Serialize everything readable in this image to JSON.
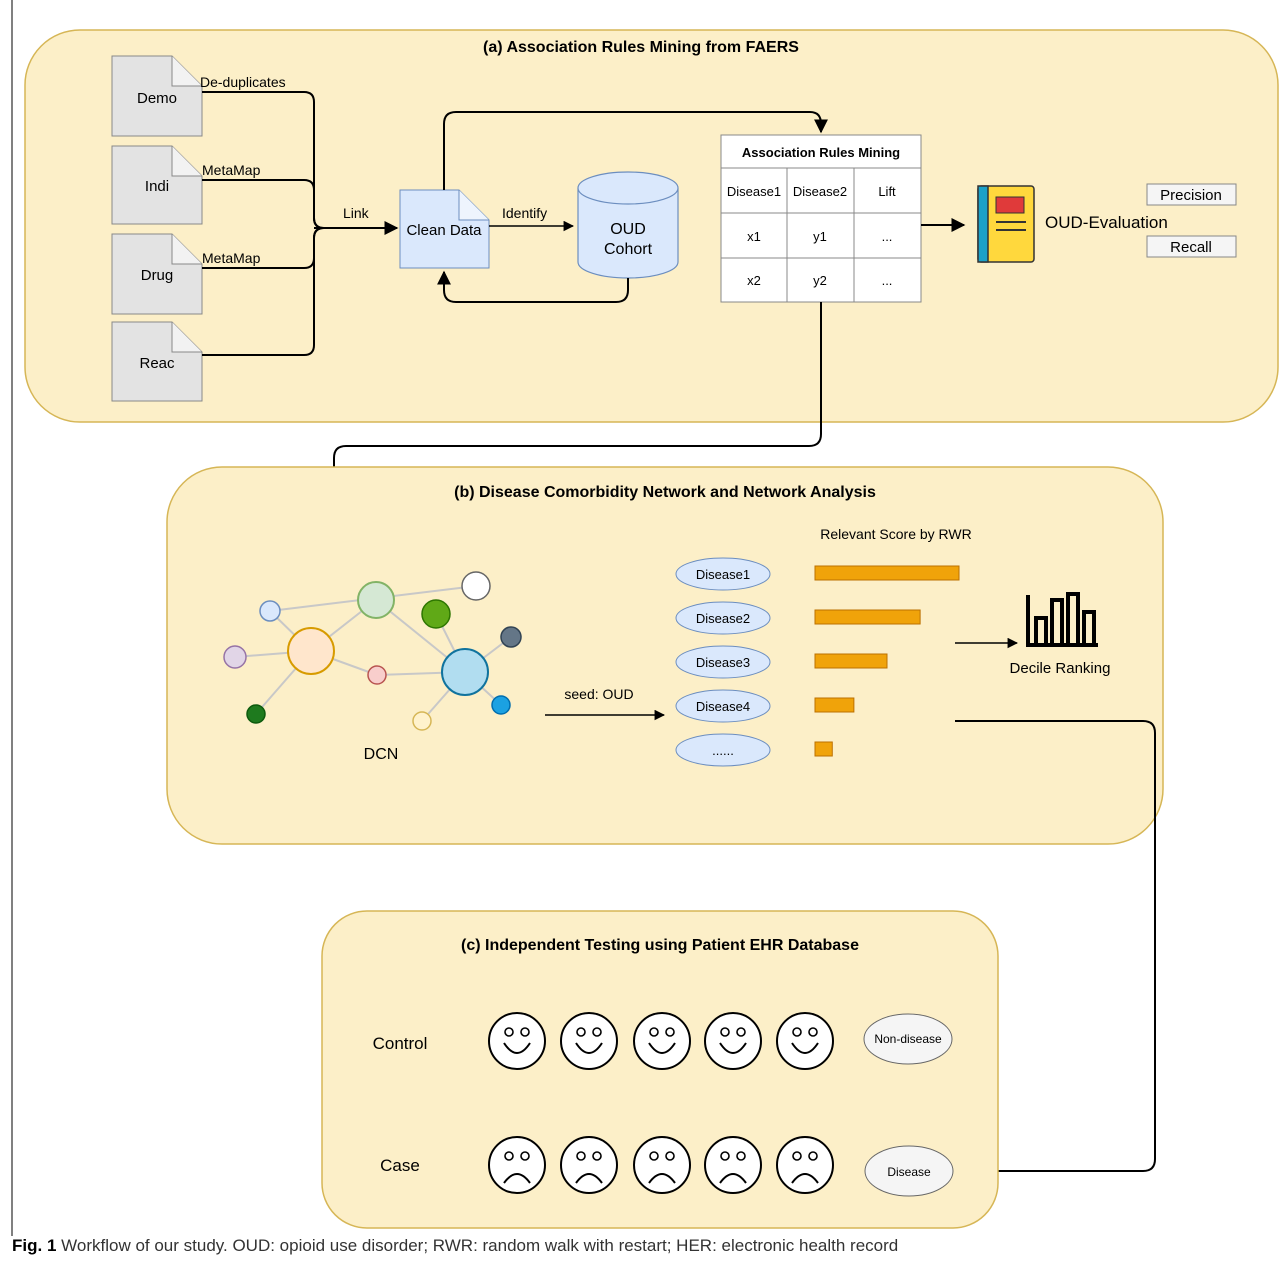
{
  "panels": {
    "a": {
      "title": "(a) Association Rules Mining from FAERS",
      "files": [
        "Demo",
        "Indi",
        "Drug",
        "Reac"
      ],
      "edge_labels": {
        "dedup": "De-duplicates",
        "metamap1": "MetaMap",
        "metamap2": "MetaMap",
        "link": "Link",
        "identify": "Identify"
      },
      "clean_data": "Clean Data",
      "cohort": [
        "OUD",
        "Cohort"
      ],
      "table": {
        "title": "Association Rules Mining",
        "headers": [
          "Disease1",
          "Disease2",
          "Lift"
        ],
        "rows": [
          [
            "x1",
            "y1",
            "..."
          ],
          [
            "x2",
            "y2",
            "..."
          ]
        ]
      },
      "evaluation": "OUD-Evaluation",
      "metrics": [
        "Precision",
        "Recall"
      ]
    },
    "b": {
      "title": "(b) Disease Comorbidity Network and Network Analysis",
      "network_label": "DCN",
      "seed_label": "seed: OUD",
      "score_title": "Relevant Score by RWR",
      "diseases": [
        "Disease1",
        "Disease2",
        "Disease3",
        "Disease4",
        "......"
      ],
      "scores": [
        1.0,
        0.73,
        0.5,
        0.27,
        0.12
      ],
      "ranking_label": "Decile Ranking"
    },
    "c": {
      "title": "(c) Independent Testing using Patient EHR Database",
      "control_label": "Control",
      "case_label": "Case",
      "non_disease": "Non-disease",
      "disease": "Disease"
    }
  },
  "caption": {
    "label": "Fig. 1",
    "text": "Workflow of our study. OUD: opioid use disorder; RWR: random walk with restart; HER: electronic health record"
  },
  "colors": {
    "panel_fill": "#fcefc8",
    "panel_stroke": "#d6b656",
    "doc_fill": "#dae8fc",
    "doc_stroke": "#6c8ebf",
    "bar_fill": "#f0a30a",
    "bar_stroke": "#bd7000",
    "ellipse_fill": "#dae8fc"
  }
}
